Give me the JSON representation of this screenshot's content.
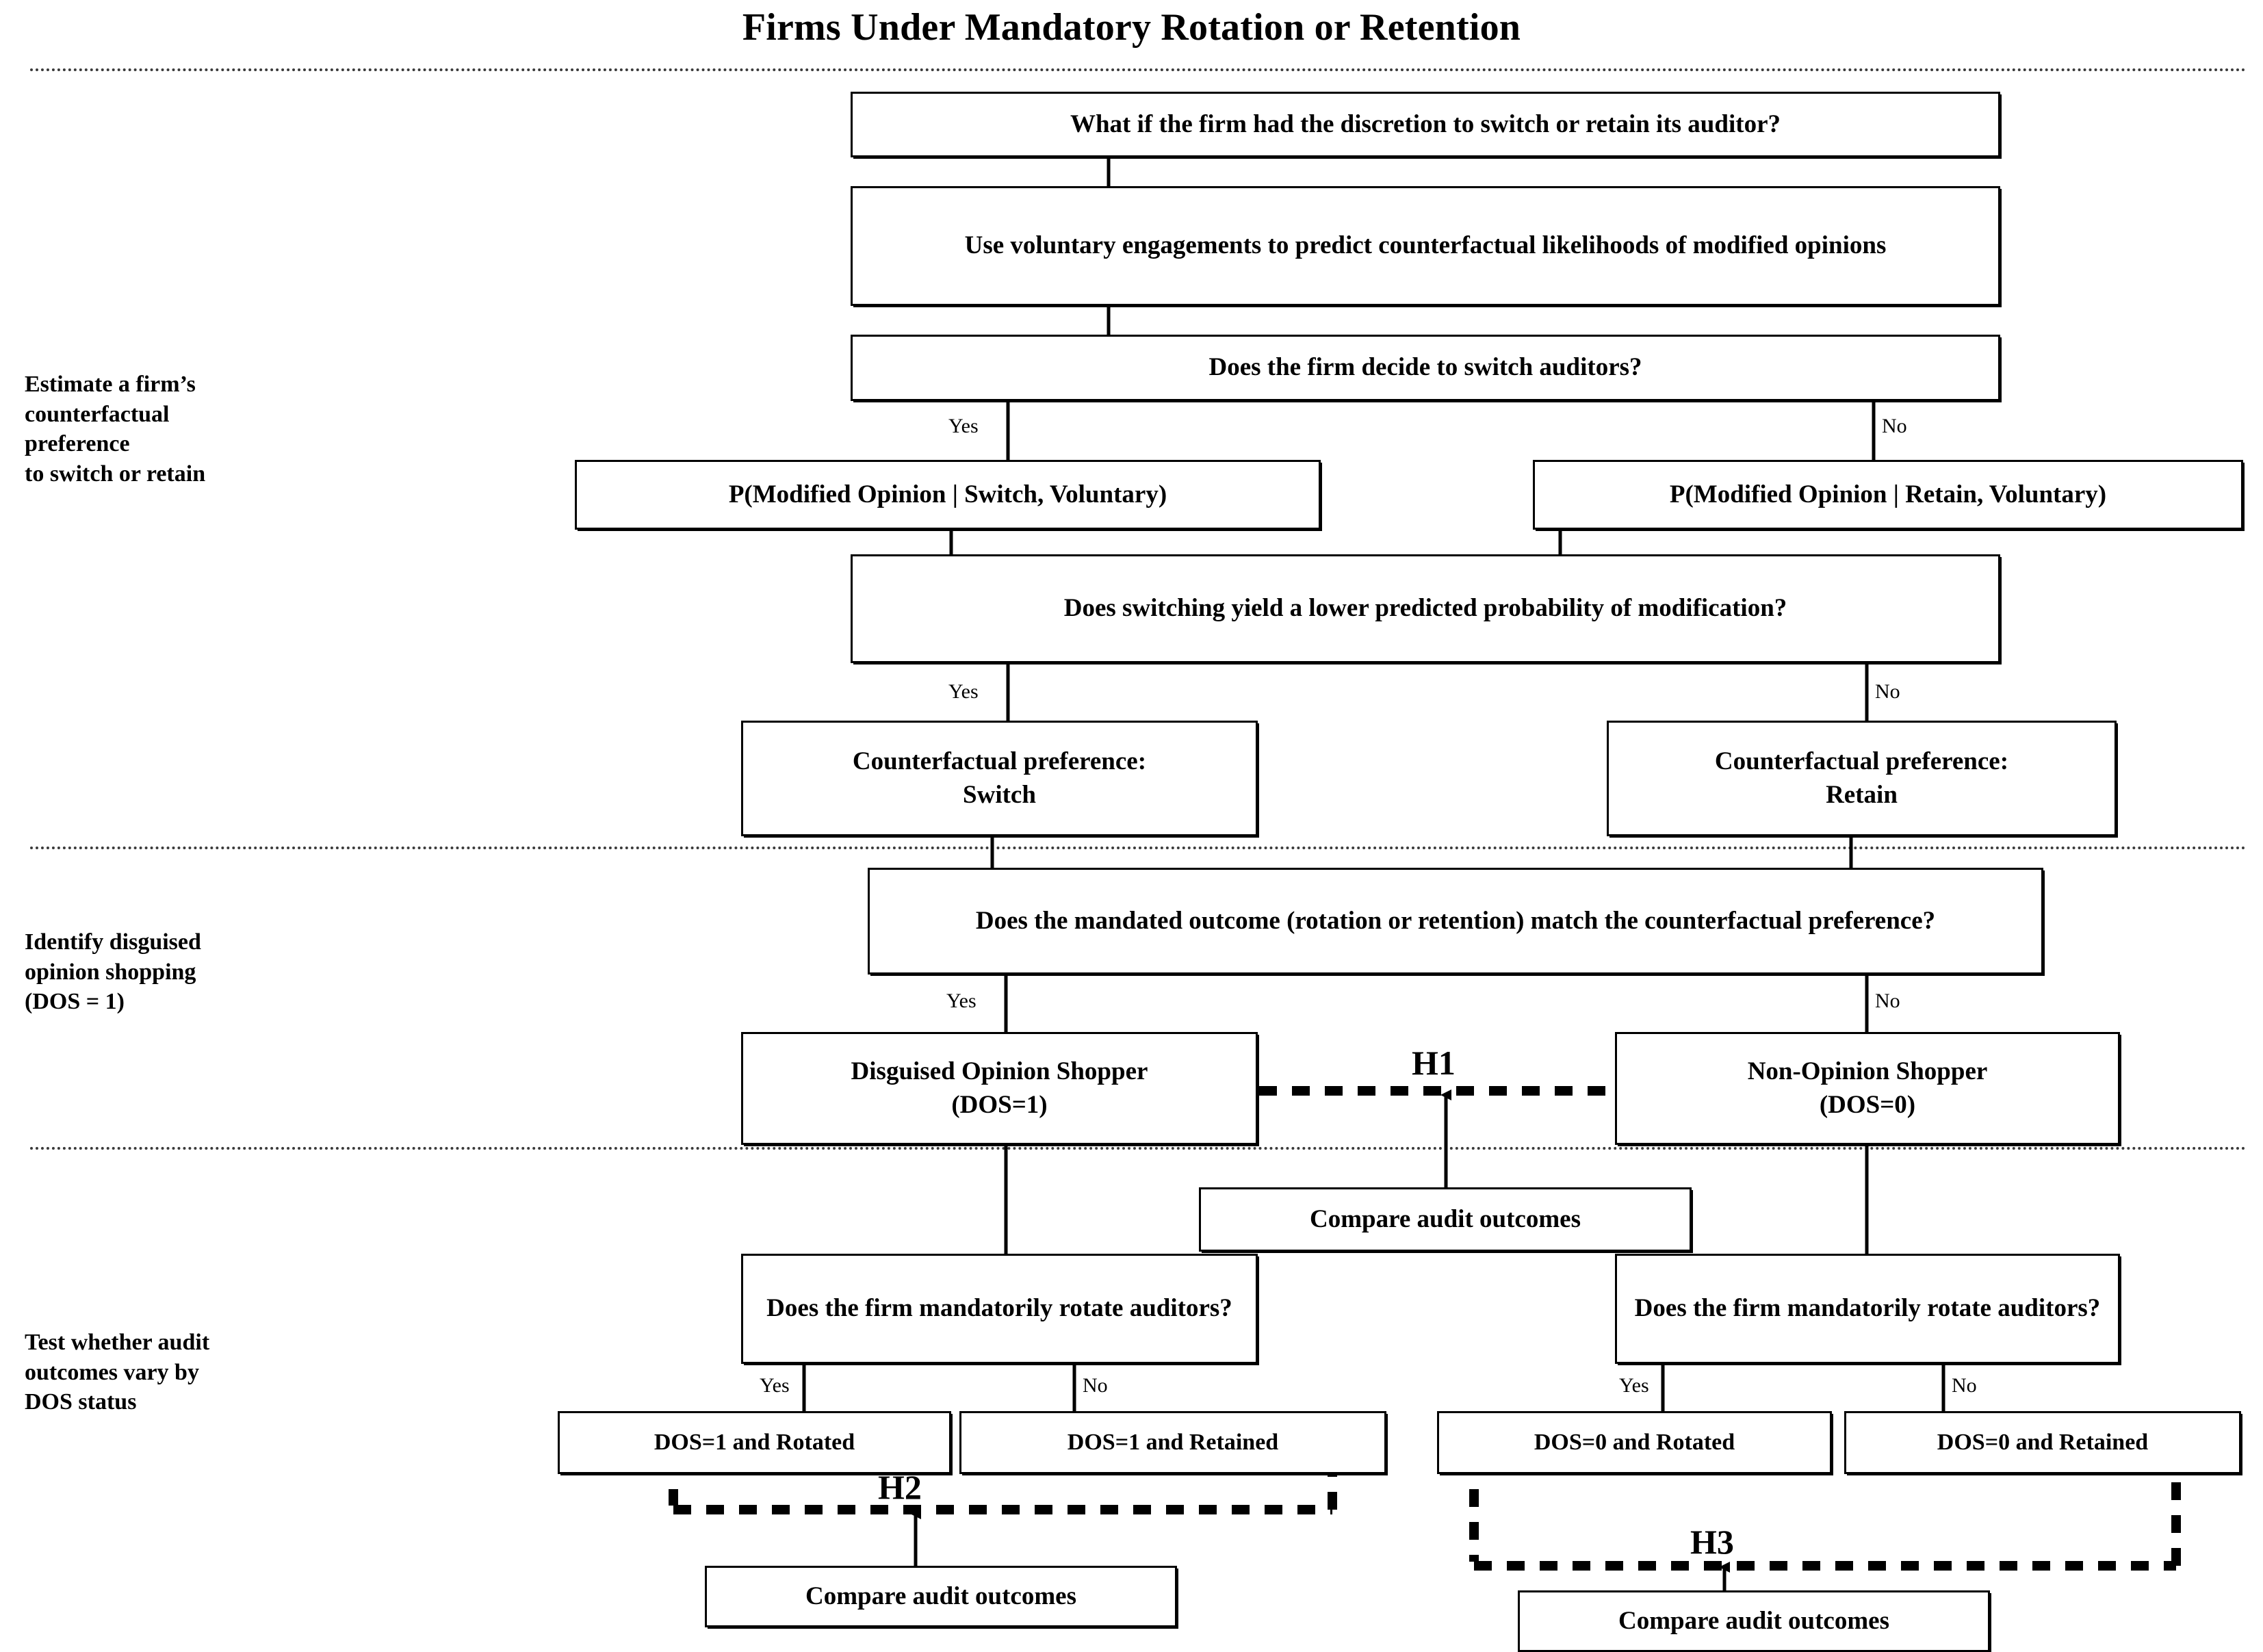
{
  "title": "Firms Under Mandatory Rotation or Retention",
  "stages": [
    {
      "id": "stage-estimate",
      "label": "Estimate a firm’s\ncounterfactual\npreference\nto switch or retain"
    },
    {
      "id": "stage-identify",
      "label": "Identify disguised\nopinion shopping\n(DOS = 1)"
    },
    {
      "id": "stage-test",
      "label": "Test whether audit\noutcomes vary by\nDOS status"
    }
  ],
  "boxes": {
    "q_discretion": "What if the firm had the discretion to switch or retain its auditor?",
    "use_voluntary": "Use voluntary engagements to predict counterfactual likelihoods of modified opinions",
    "q_switch": "Does the firm decide to switch auditors?",
    "p_switch": "P(Modified Opinion | Switch, Voluntary)",
    "p_retain": "P(Modified Opinion | Retain, Voluntary)",
    "q_lower_prob": "Does switching yield a lower predicted probability of modification?",
    "pref_switch": "Counterfactual preference:\nSwitch",
    "pref_retain": "Counterfactual preference:\nRetain",
    "q_match": "Does the mandated outcome (rotation or retention) match the counterfactual preference?",
    "dos1": "Disguised Opinion Shopper\n(DOS=1)",
    "dos0": "Non-Opinion Shopper\n(DOS=0)",
    "compare_h1": "Compare audit outcomes",
    "q_rotate_left": "Does the firm mandatorily rotate auditors?",
    "q_rotate_right": "Does the firm mandatorily rotate auditors?",
    "dos1_rotated": "DOS=1 and Rotated",
    "dos1_retained": "DOS=1 and Retained",
    "dos0_rotated": "DOS=0 and Rotated",
    "dos0_retained": "DOS=0 and Retained",
    "compare_h2": "Compare audit outcomes",
    "compare_h3": "Compare audit outcomes"
  },
  "edge_labels": {
    "switch_yes": "Yes",
    "switch_no": "No",
    "lower_yes": "Yes",
    "lower_no": "No",
    "match_yes": "Yes",
    "match_no": "No",
    "rot_left_yes": "Yes",
    "rot_left_no": "No",
    "rot_right_yes": "Yes",
    "rot_right_no": "No"
  },
  "hypotheses": {
    "h1": "H1",
    "h2": "H2",
    "h3": "H3"
  },
  "colors": {
    "stroke": "#000000",
    "background": "#ffffff",
    "divider": "#3a3a3a"
  }
}
